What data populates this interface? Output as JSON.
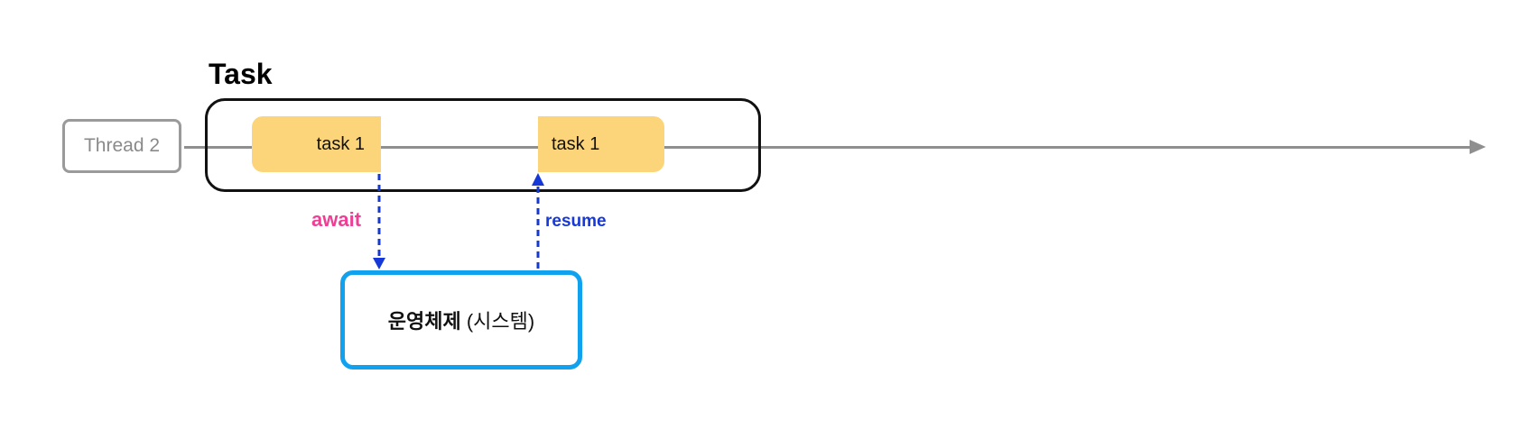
{
  "thread": {
    "label": "Thread 2"
  },
  "task": {
    "title": "Task",
    "blocks": [
      {
        "label": "task 1"
      },
      {
        "label": "task 1"
      }
    ]
  },
  "system": {
    "label_bold": "운영체제",
    "label_normal": "(시스템)"
  },
  "flows": {
    "await_label": "await",
    "resume_label": "resume"
  },
  "colors": {
    "timeline": "#8f8f8f",
    "task_block": "#fcd57a",
    "system_border": "#11a2ef",
    "await_text": "#ee3f95",
    "resume_text": "#1638d8",
    "flow_arrow": "#1638d8"
  }
}
